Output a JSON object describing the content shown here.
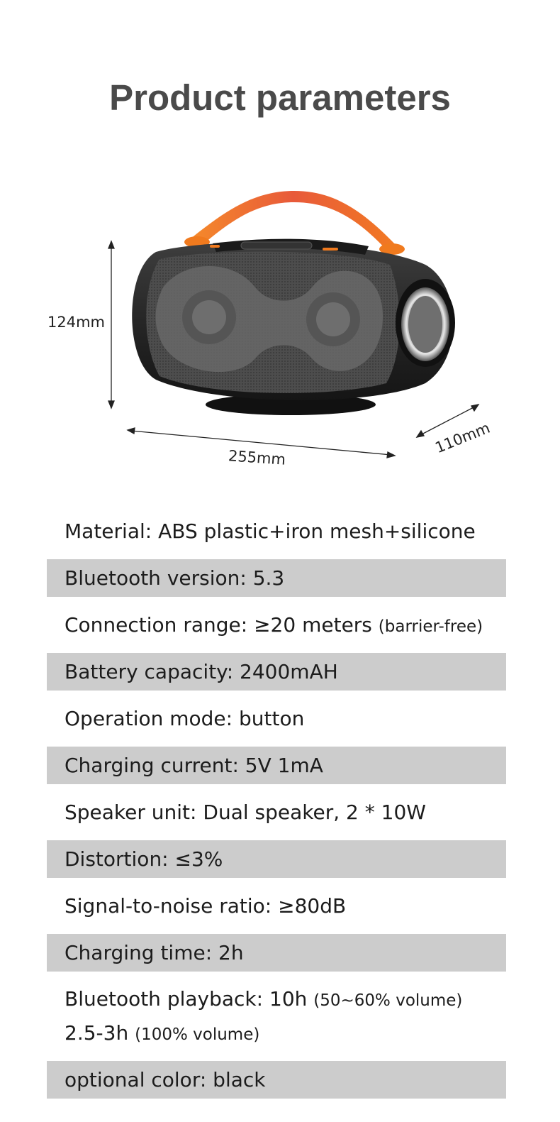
{
  "title": "Product parameters",
  "dimensions": {
    "height": "124mm",
    "width": "255mm",
    "depth": "110mm"
  },
  "specs": [
    {
      "label": "Material:",
      "value": "ABS plastic+iron mesh+silicone",
      "note": ""
    },
    {
      "label": "Bluetooth version:",
      "value": "5.3",
      "note": ""
    },
    {
      "label": "Connection range:",
      "value": "≥20 meters",
      "note": "(barrier-free)"
    },
    {
      "label": "Battery capacity:",
      "value": "2400mAH",
      "note": ""
    },
    {
      "label": "Operation mode:",
      "value": "button",
      "note": ""
    },
    {
      "label": "Charging current:",
      "value": "5V 1mA",
      "note": ""
    },
    {
      "label": "Speaker unit:",
      "value": "Dual speaker, 2 * 10W",
      "note": ""
    },
    {
      "label": "Distortion:",
      "value": "≤3%",
      "note": ""
    },
    {
      "label": "Signal-to-noise ratio:",
      "value": "≥80dB",
      "note": ""
    },
    {
      "label": "Charging time:",
      "value": "2h",
      "note": ""
    }
  ],
  "playback": {
    "label": "Bluetooth playback:",
    "value1": "10h",
    "note1": "(50~60% volume)",
    "value2": "2.5-3h",
    "note2": "(100% volume)"
  },
  "color_spec": {
    "label": "optional color:",
    "value": "black"
  },
  "colors": {
    "strap": "#f07a1e",
    "body": "#2b2b2b",
    "mesh": "#5a5a5a",
    "row_shade": "#cccccc"
  }
}
